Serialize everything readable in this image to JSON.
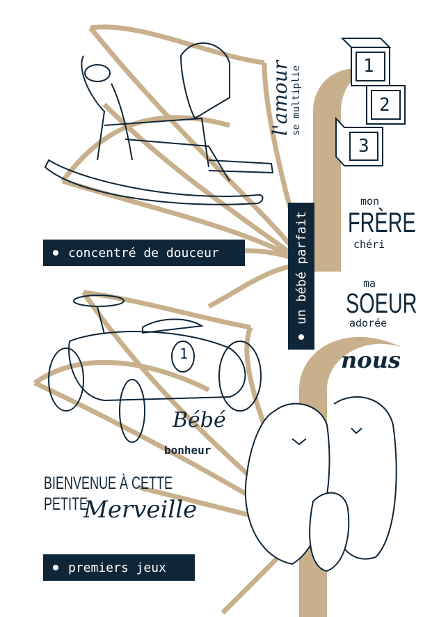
{
  "labels": {
    "concentre": "concentré de douceur",
    "bebe_parfait": "un bébé parfait",
    "premiers_jeux": "premiers jeux"
  },
  "amour": {
    "script": "l'amour",
    "line2": "se multiplie"
  },
  "blocks": [
    "1",
    "2",
    "3"
  ],
  "frere": {
    "top": "mon",
    "big": "FRÈRE",
    "bottom": "chéri"
  },
  "soeur": {
    "top": "ma",
    "big": "SOEUR",
    "bottom": "adorée"
  },
  "nous": "nous",
  "bebe_bonheur": {
    "script": "Bébé",
    "line2": "bonheur"
  },
  "bienvenue": {
    "line1": "BIENVENUE À CETTE",
    "line2": "PETITE",
    "script": "Merveille"
  },
  "car_number": "1",
  "colors": {
    "navy": "#0f2638",
    "tan": "#c8b08c"
  }
}
